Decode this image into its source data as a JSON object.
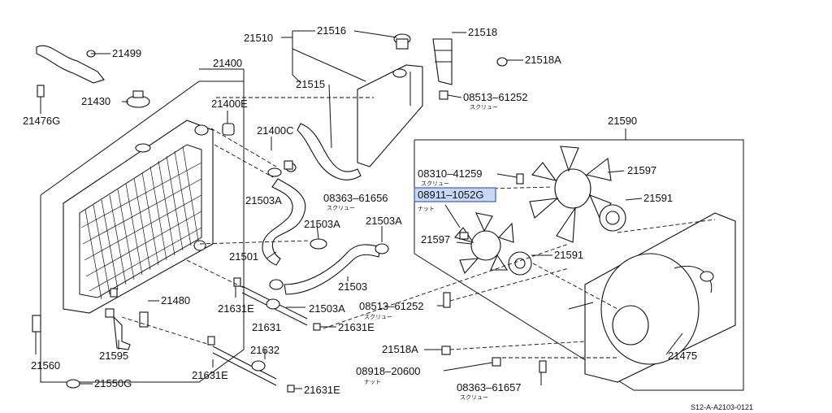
{
  "colors": {
    "highlight_fill": "#c7d7f5",
    "highlight_stroke": "#3a5fc0",
    "ink": "#111111"
  },
  "footer_code": "S12-A-A2103-0121",
  "parts": {
    "p21499": "21499",
    "p21400": "21400",
    "p21430": "21430",
    "p21476G": "21476G",
    "p21400E": "21400E",
    "p21400C": "21400C",
    "p21510": "21510",
    "p21516": "21516",
    "p21515": "21515",
    "p21518": "21518",
    "p21518A_top": "21518A",
    "p08513_top": "08513–61252",
    "p08513_top_sub": "スクリュー",
    "p21590": "21590",
    "p08310": "08310–41259",
    "p08310_sub": "スクリュー",
    "p21597_top": "21597",
    "p08911": "08911–1052G",
    "p08911_sub": "ナット",
    "p21591_top": "21591",
    "p21597_left": "21597",
    "p21591_mid": "21591",
    "p21503A_a": "21503A",
    "p08363_top": "08363–61656",
    "p08363_top_sub": "スクリュー",
    "p21503A_b": "21503A",
    "p21503A_c": "21503A",
    "p21501": "21501",
    "p21503": "21503",
    "p21480": "21480",
    "p21631E_a": "21631E",
    "p21503A_d": "21503A",
    "p08513_bot": "08513–61252",
    "p08513_bot_sub": "スクリュー",
    "p21631": "21631",
    "p21631E_b": "21631E",
    "p21595": "21595",
    "p21560": "21560",
    "p21632": "21632",
    "p21631E_c": "21631E",
    "p21518A_bot": "21518A",
    "p21550G": "21550G",
    "p08918": "08918–20600",
    "p08918_sub": "ナット",
    "p08363_bot": "08363–61657",
    "p08363_bot_sub": "スクリュー",
    "p21631E_d": "21631E",
    "p21475": "21475"
  }
}
